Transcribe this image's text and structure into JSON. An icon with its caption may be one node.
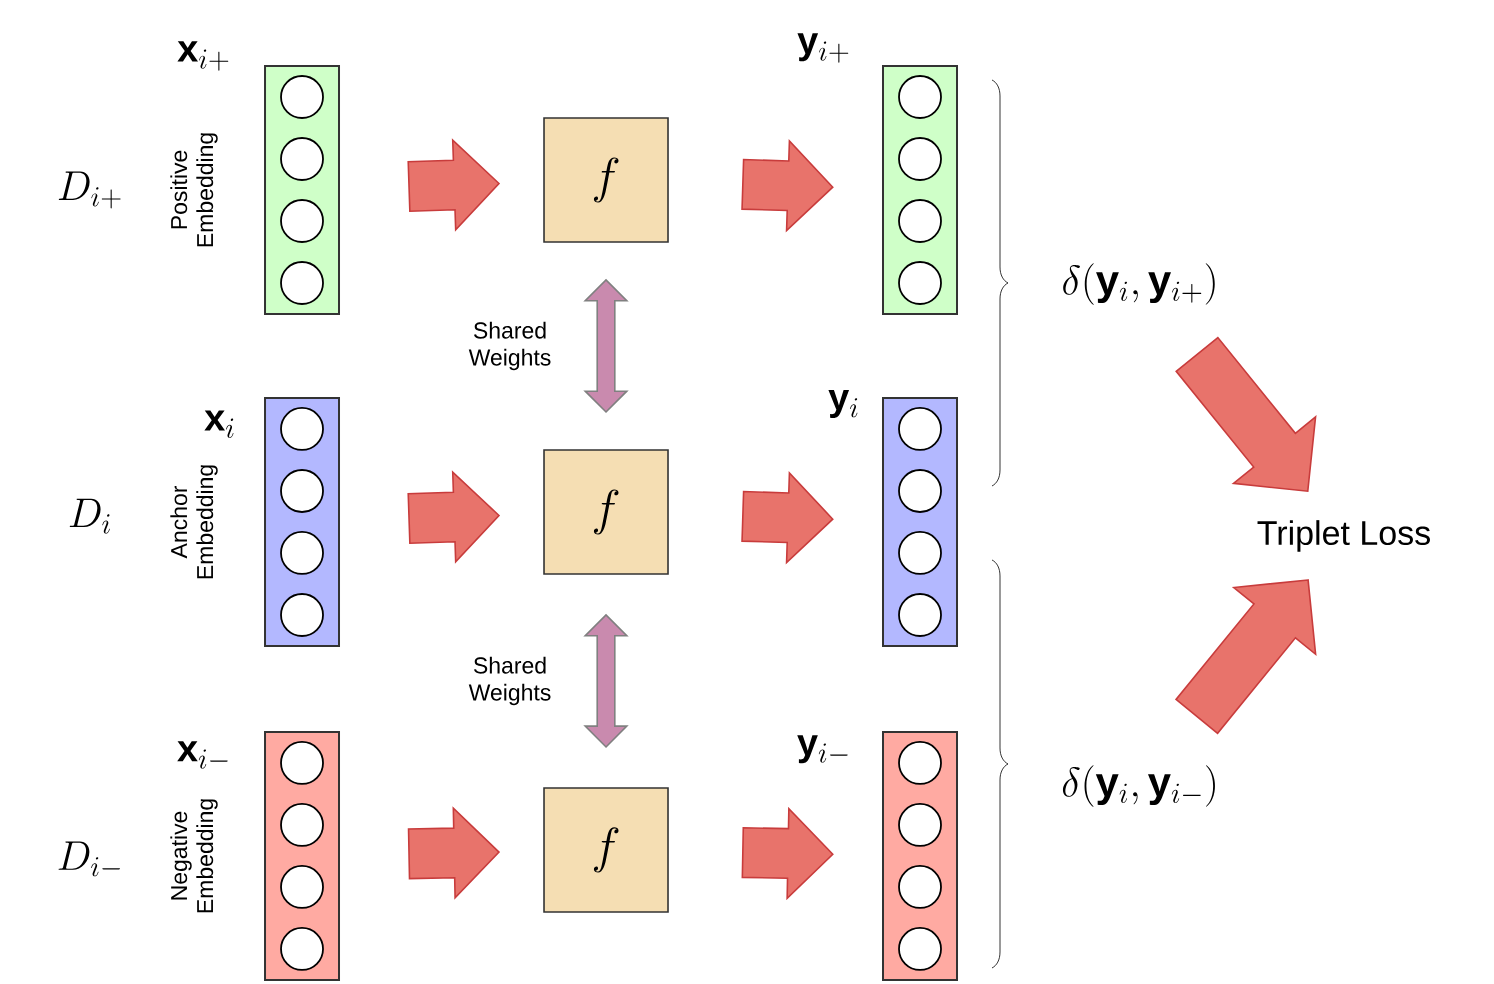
{
  "diagram": {
    "nodes": [
      {
        "text": [
          "D_{i+}"
        ]
      },
      {
        "text": [
          "\\mathbf{x}_{i+}",
          "Positive Embedding"
        ]
      },
      {
        "text": [
          "f"
        ]
      },
      {
        "text": [
          "\\mathbf{y}_{i+}"
        ]
      },
      {
        "text": [
          "D_{i}"
        ]
      },
      {
        "text": [
          "\\mathbf{x}_{i}",
          "Anchor Embedding"
        ]
      },
      {
        "text": [
          "f"
        ]
      },
      {
        "text": [
          "\\mathbf{y}_{i}"
        ]
      },
      {
        "text": [
          "D_{i-}"
        ]
      },
      {
        "text": [
          "\\mathbf{x}_{i-}",
          "Negative Embedding"
        ]
      },
      {
        "text": [
          "f"
        ]
      },
      {
        "text": [
          "\\mathbf{y}_{i-}"
        ]
      },
      {
        "text": [
          "\\delta(\\mathbf{y}_{i},\\mathbf{y}_{i+})"
        ]
      },
      {
        "text": [
          "Triplet Loss"
        ]
      },
      {
        "text": [
          "\\delta(\\mathbf{y}_{i},\\mathbf{y}_{i-})"
        ]
      }
    ],
    "edges": [
      {
        "from": 1,
        "to": 2,
        "arrow": "to"
      },
      {
        "from": 2,
        "to": 3,
        "arrow": "to"
      },
      {
        "from": 5,
        "to": 6,
        "arrow": "to"
      },
      {
        "from": 6,
        "to": 7,
        "arrow": "to"
      },
      {
        "from": 9,
        "to": 10,
        "arrow": "to"
      },
      {
        "from": 10,
        "to": 11,
        "arrow": "to"
      },
      {
        "from": 2,
        "to": 6,
        "arrow": "both",
        "label": "Shared Weights",
        "color": "#c98aae"
      },
      {
        "from": 6,
        "to": 10,
        "arrow": "both",
        "label": "Shared Weights",
        "color": "#c98aae"
      },
      {
        "from": 12,
        "to": 13,
        "arrow": "to"
      },
      {
        "from": 14,
        "to": 13,
        "arrow": "to"
      }
    ]
  }
}
